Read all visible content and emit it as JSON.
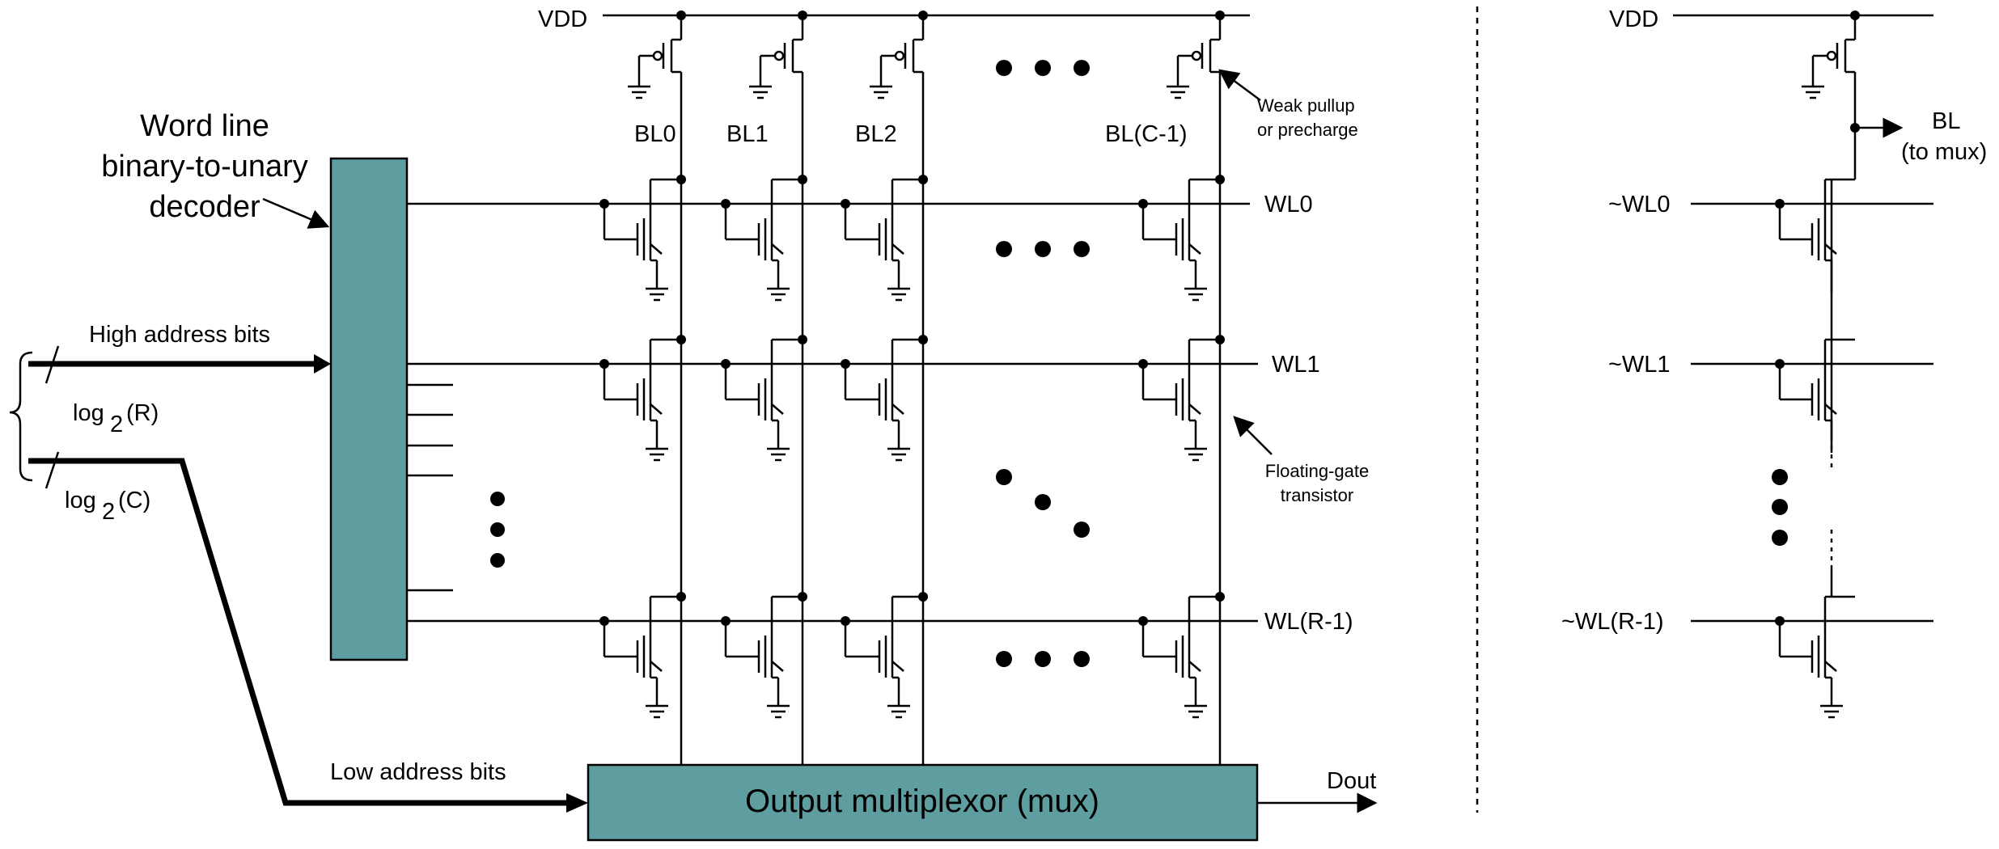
{
  "labels": {
    "vdd": "VDD",
    "bitlines": [
      "BL0",
      "BL1",
      "BL2",
      "BL(C-1)"
    ],
    "wordlines": [
      "WL0",
      "WL1",
      "WL(R-1)"
    ],
    "decoder_line1": "Word line",
    "decoder_line2": "binary-to-unary",
    "decoder_line3": "decoder",
    "high_address": "High address bits",
    "low_address": "Low address bits",
    "log_prefix": "log",
    "log_sub": "2",
    "log_r_arg": "(R)",
    "log_c_arg": "(C)",
    "mux": "Output multiplexor (mux)",
    "dout": "Dout",
    "weak_line1": "Weak pullup",
    "weak_line2": "or precharge",
    "fg_line1": "Floating-gate",
    "fg_line2": "transistor"
  },
  "nor_view": {
    "vdd": "VDD",
    "bl_line1": "BL",
    "bl_line2": "(to mux)",
    "wordlines": [
      "~WL0",
      "~WL1",
      "~WL(R-1)"
    ]
  },
  "colors": {
    "block_fill": "#5f9ea0",
    "line": "#000000",
    "background": "#ffffff"
  }
}
